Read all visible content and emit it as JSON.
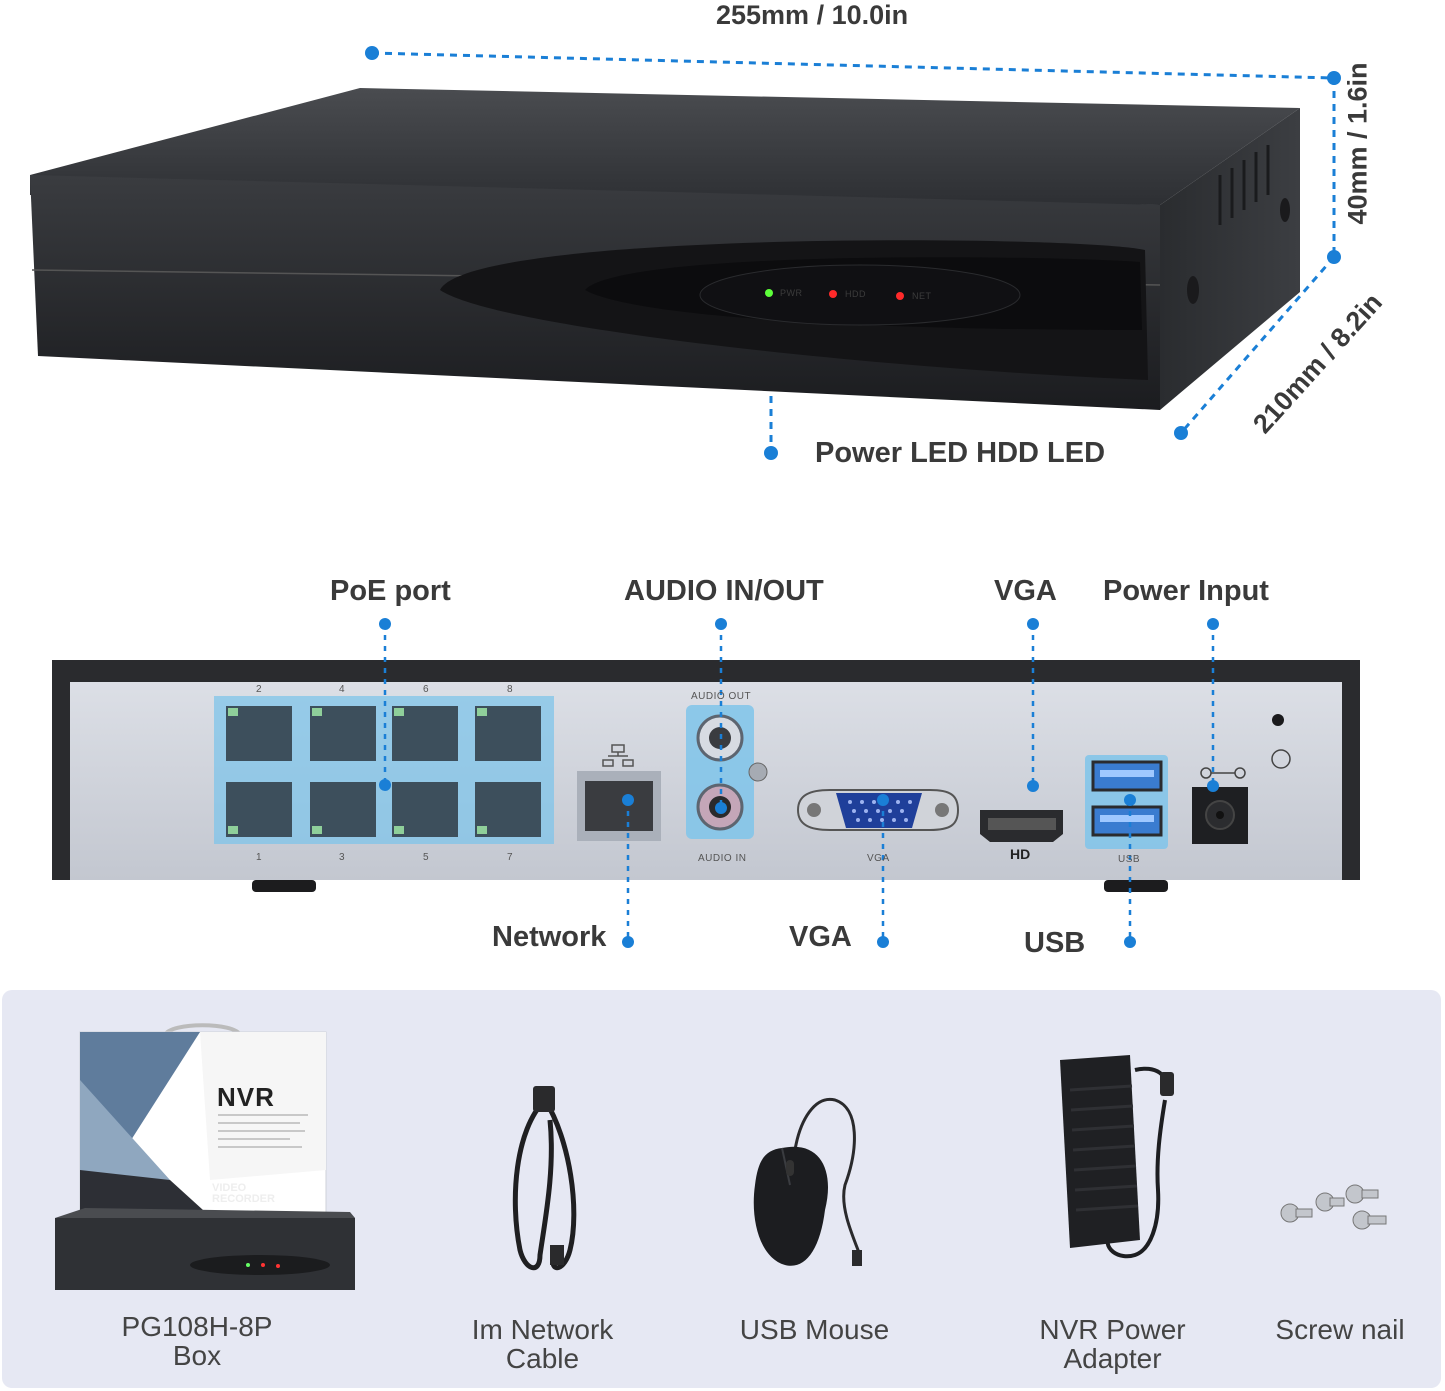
{
  "dimensions": {
    "width": "255mm / 10.0in",
    "height": "40mm / 1.6in",
    "depth": "210mm / 8.2in"
  },
  "front": {
    "leds": [
      "PWR",
      "HDD",
      "NET"
    ],
    "led_callout": "Power LED HDD LED"
  },
  "rear": {
    "top_callouts": {
      "poe": "PoE port",
      "audio": "AUDIO IN/OUT",
      "vga": "VGA",
      "power": "Power Input"
    },
    "bottom_callouts": {
      "network": "Network",
      "vga": "VGA",
      "usb": "USB"
    },
    "panel_text": {
      "audio_out": "AUDIO OUT",
      "audio_in": "AUDIO IN",
      "vga": "VGA",
      "hd": "HD",
      "usb": "USB",
      "poe_top_numbers": [
        "2",
        "4",
        "6",
        "8"
      ],
      "poe_bottom_numbers": [
        "1",
        "3",
        "5",
        "7"
      ]
    }
  },
  "accessories": {
    "box": {
      "label": "PG108H-8P\nBox",
      "box_brand": "NVR",
      "box_subtitle": "VIDEO\nRECORDER"
    },
    "cable": {
      "label": "Im Network\nCable"
    },
    "mouse": {
      "label": "USB Mouse"
    },
    "adapter": {
      "label": "NVR Power\nAdapter"
    },
    "screws": {
      "label": "Screw nail"
    }
  },
  "colors": {
    "accent_blue": "#1a7fd6",
    "device_body": "#2b2d30",
    "rear_panel": "#cfd3dc",
    "accessory_panel": "#e6e8f3",
    "highlight": "#7fc4ea"
  }
}
